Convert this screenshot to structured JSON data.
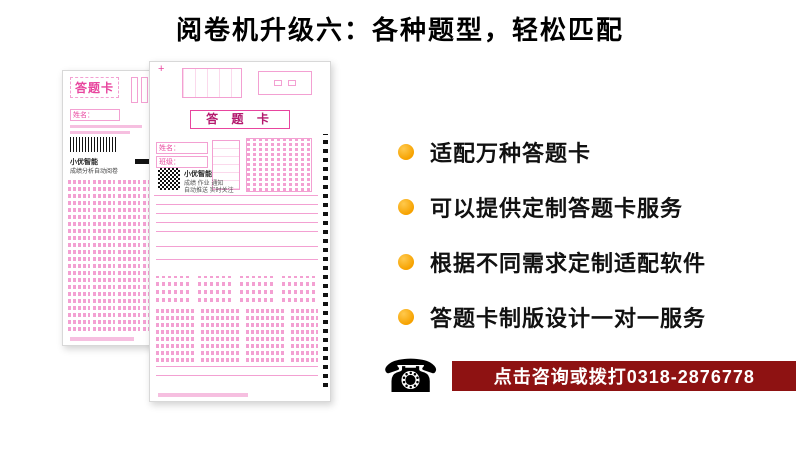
{
  "title": "阅卷机升级六：各种题型，轻松匹配",
  "features": [
    "适配万种答题卡",
    "可以提供定制答题卡服务",
    "根据不同需求定制适配软件",
    "答题卡制版设计一对一服务"
  ],
  "contact": {
    "banner_text": "点击咨询或拨打0318-2876778"
  },
  "icons": {
    "telephone": "☎"
  },
  "sheet_small": {
    "title": "答题卡",
    "name_label": "姓名：",
    "brand": "小优智能",
    "brand_sub": "成绩分析自动阅卷"
  },
  "sheet_large": {
    "title": "答 题 卡",
    "name_label": "姓名：",
    "class_label": "班级：",
    "brand": "小优智能",
    "caption1": "成绩 作业 通知",
    "caption2": "自动推送 实时关注"
  },
  "colors": {
    "accent": "#E8459E",
    "accent_light": "#F3A0D2",
    "bullet": "#F6A200",
    "banner_bg": "#8E1212",
    "banner_text": "#FFFFFF"
  }
}
